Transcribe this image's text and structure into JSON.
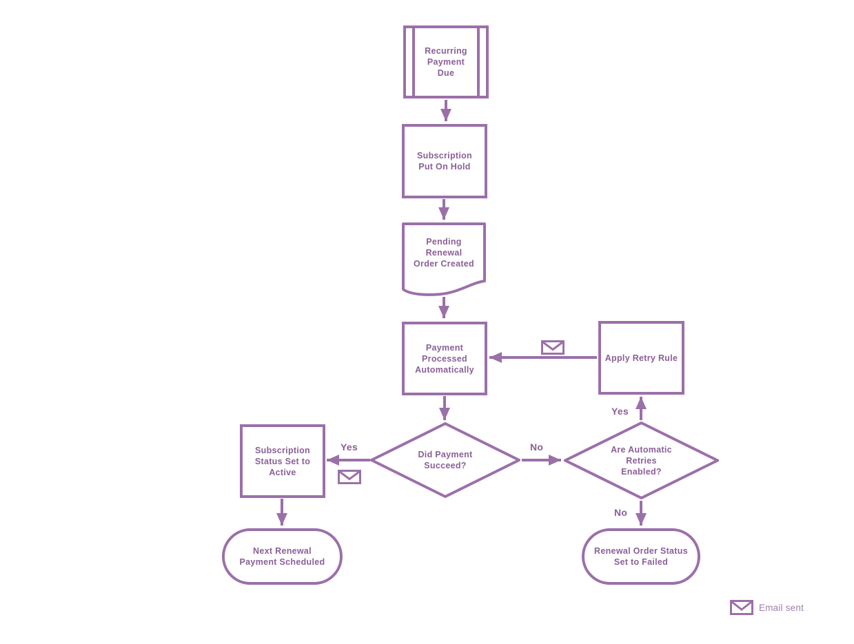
{
  "colors": {
    "stroke": "#9b70a9",
    "node_text": "#8a5f98",
    "legend_text": "#9d7ead",
    "background": "#ffffff"
  },
  "nodes": {
    "recurring_payment_due": {
      "label": "Recurring\nPayment\nDue",
      "shape": "predefined-process"
    },
    "subscription_put_on_hold": {
      "label": "Subscription\nPut On Hold",
      "shape": "process"
    },
    "pending_renewal_order_created": {
      "label": "Pending\nRenewal\nOrder Created",
      "shape": "document"
    },
    "payment_processed_automatically": {
      "label": "Payment\nProcessed\nAutomatically",
      "shape": "process"
    },
    "did_payment_succeed": {
      "label": "Did Payment\nSucceed?",
      "shape": "decision"
    },
    "subscription_status_set_to_active": {
      "label": "Subscription\nStatus Set to\nActive",
      "shape": "process"
    },
    "next_renewal_payment_scheduled": {
      "label": "Next Renewal\nPayment Scheduled",
      "shape": "terminator"
    },
    "are_automatic_retries_enabled": {
      "label": "Are Automatic\nRetries\nEnabled?",
      "shape": "decision"
    },
    "apply_retry_rule": {
      "label": "Apply Retry Rule",
      "shape": "process"
    },
    "renewal_order_status_set_to_failed": {
      "label": "Renewal Order Status\nSet to Failed",
      "shape": "terminator"
    }
  },
  "edge_labels": {
    "payment_succeed_yes": "Yes",
    "payment_succeed_no": "No",
    "retries_enabled_yes": "Yes",
    "retries_enabled_no": "No"
  },
  "legend": {
    "icon": "email-sent-icon",
    "label": "Email sent"
  }
}
